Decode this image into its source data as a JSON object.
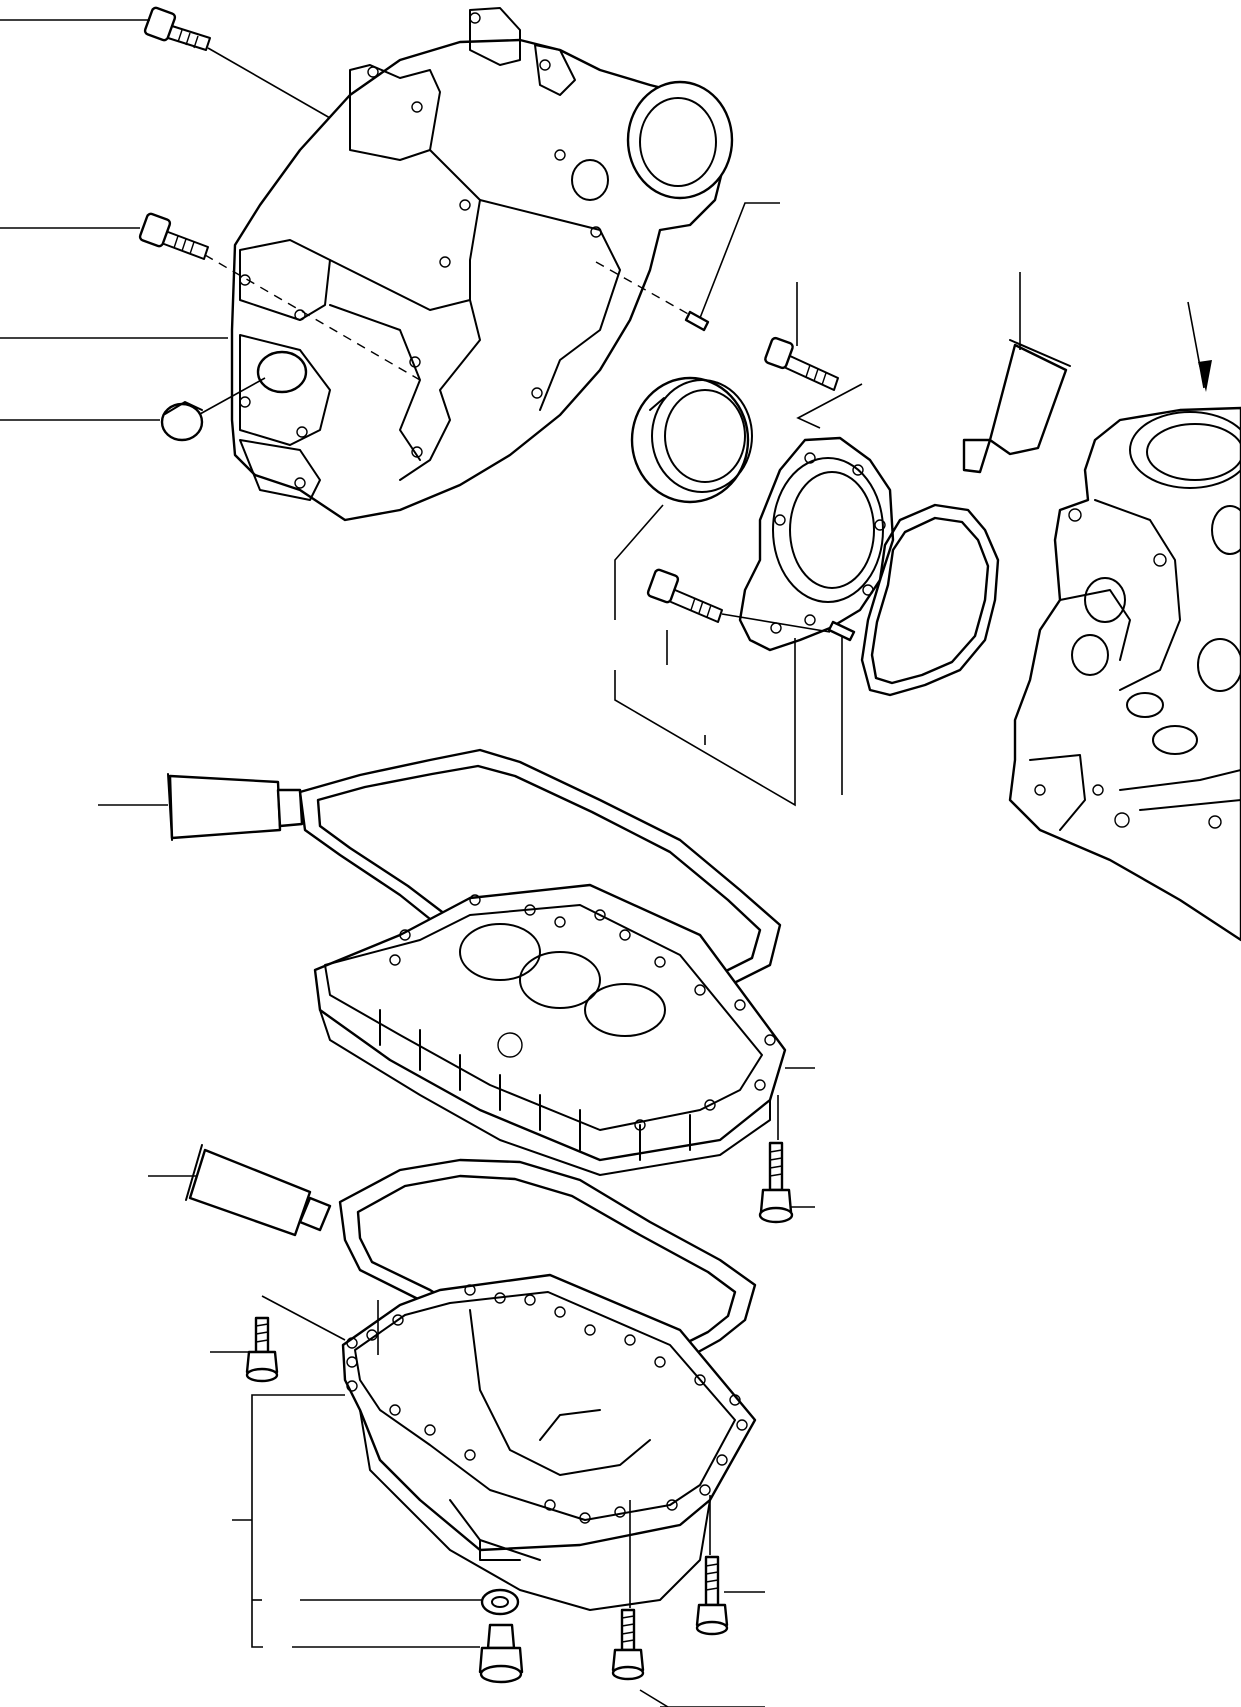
{
  "diagram": {
    "type": "exploded-parts-view",
    "parts": [
      {
        "id": "flywheel-housing-bolt-upper",
        "icon": "bolt-icon"
      },
      {
        "id": "flywheel-housing-bolt-lower",
        "icon": "bolt-icon"
      },
      {
        "id": "flywheel-housing",
        "icon": "housing-icon"
      },
      {
        "id": "housing-plug",
        "icon": "plug-icon"
      },
      {
        "id": "dowel-pin-housing",
        "icon": "pin-icon"
      },
      {
        "id": "rear-oil-seal",
        "icon": "seal-ring-icon"
      },
      {
        "id": "seal-retainer-plate",
        "icon": "plate-icon"
      },
      {
        "id": "retainer-plate-gasket",
        "icon": "gasket-icon"
      },
      {
        "id": "retainer-bolt-upper",
        "icon": "bolt-icon"
      },
      {
        "id": "retainer-bolt-lower",
        "icon": "bolt-icon"
      },
      {
        "id": "dowel-pin-retainer",
        "icon": "pin-icon"
      },
      {
        "id": "sealant-tube-upper",
        "icon": "sealant-tube-icon"
      },
      {
        "id": "engine-block",
        "icon": "engine-block-icon"
      },
      {
        "id": "sealant-tube-middle",
        "icon": "sealant-tube-icon"
      },
      {
        "id": "upper-oil-pan-gasket",
        "icon": "gasket-icon"
      },
      {
        "id": "upper-oil-pan",
        "icon": "oil-pan-icon"
      },
      {
        "id": "upper-oil-pan-bolt",
        "icon": "bolt-icon"
      },
      {
        "id": "sealant-tube-lower",
        "icon": "sealant-tube-icon"
      },
      {
        "id": "lower-oil-pan-gasket",
        "icon": "gasket-icon"
      },
      {
        "id": "lower-oil-pan",
        "icon": "oil-pan-icon"
      },
      {
        "id": "lower-oil-pan-bolt-left",
        "icon": "bolt-icon"
      },
      {
        "id": "drain-plug-washer",
        "icon": "washer-icon"
      },
      {
        "id": "drain-plug",
        "icon": "plug-icon"
      },
      {
        "id": "lower-oil-pan-bolt-center",
        "icon": "bolt-icon"
      },
      {
        "id": "lower-oil-pan-bolt-right",
        "icon": "bolt-icon"
      }
    ],
    "colors": {
      "line": "#000000",
      "background": "#ffffff"
    }
  }
}
